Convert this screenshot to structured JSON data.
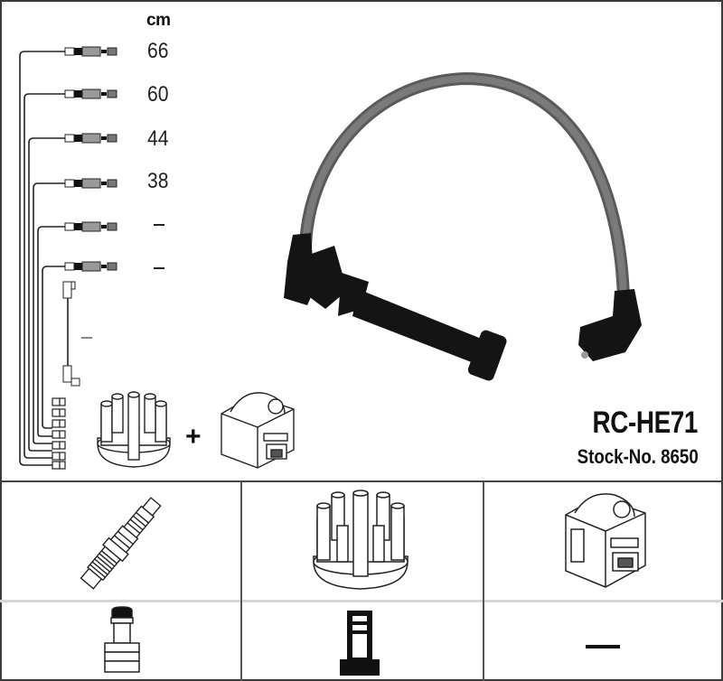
{
  "product": {
    "code": "RC-HE71",
    "stock_label": "Stock-No. 8650"
  },
  "cable_diagram": {
    "unit": "cm",
    "lengths": [
      "66",
      "60",
      "44",
      "38",
      "–",
      "–"
    ],
    "coil_lead_length": "–",
    "plus_sign": "+",
    "components": [
      "distributor-cap",
      "ignition-coil"
    ]
  },
  "photo": {
    "subject": "ignition-cable-single-lead",
    "cable_color": "#6e6e6e",
    "boot_color": "#1a1a1a"
  },
  "parts_table": {
    "row1": [
      {
        "icon": "spark-plug-icon"
      },
      {
        "icon": "distributor-cap-icon"
      },
      {
        "icon": "ignition-coil-icon"
      }
    ],
    "row2": [
      {
        "icon": "spark-plug-connector-icon"
      },
      {
        "icon": "rotor-arm-icon"
      },
      {
        "icon": "none",
        "text": "—"
      }
    ]
  },
  "colors": {
    "border": "#3a3a3a",
    "divider_light": "#d6d6d6",
    "ink": "#111111"
  }
}
